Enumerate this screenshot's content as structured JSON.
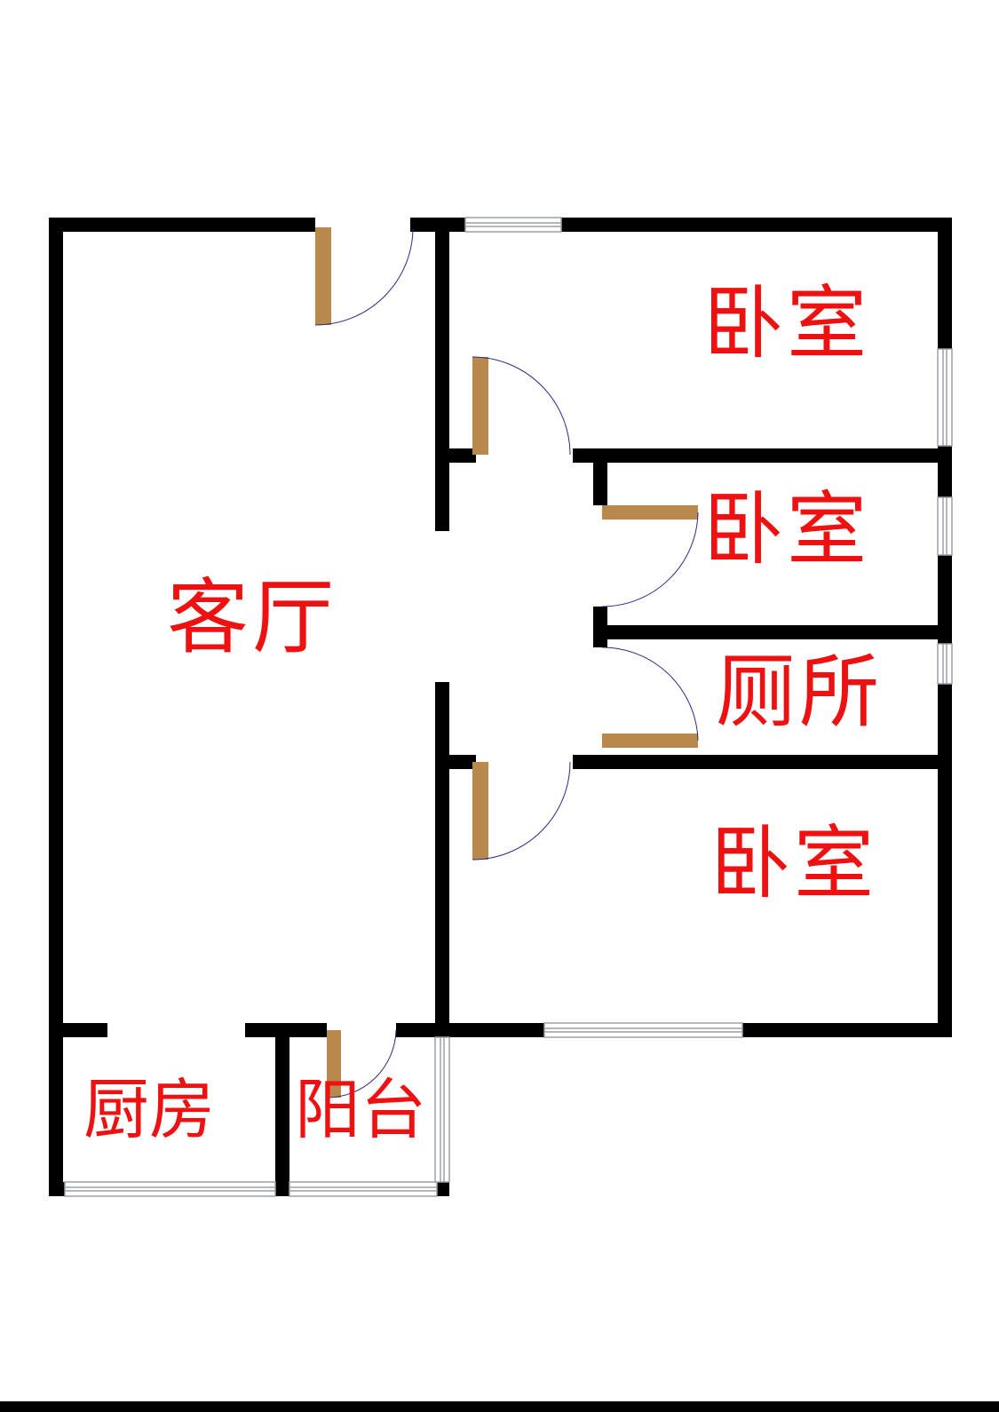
{
  "colors": {
    "wall": "#000000",
    "door_leaf": "#b8894a",
    "door_swing": "#2a2a88",
    "label": "#ee1111",
    "window_line": "#9aa0a8",
    "background": "#ffffff"
  },
  "rooms": {
    "living_room": "客厅",
    "bedroom_1": "卧室",
    "bedroom_2": "卧室",
    "toilet": "厕所",
    "bedroom_3": "卧室",
    "kitchen": "厨房",
    "balcony": "阳台"
  }
}
